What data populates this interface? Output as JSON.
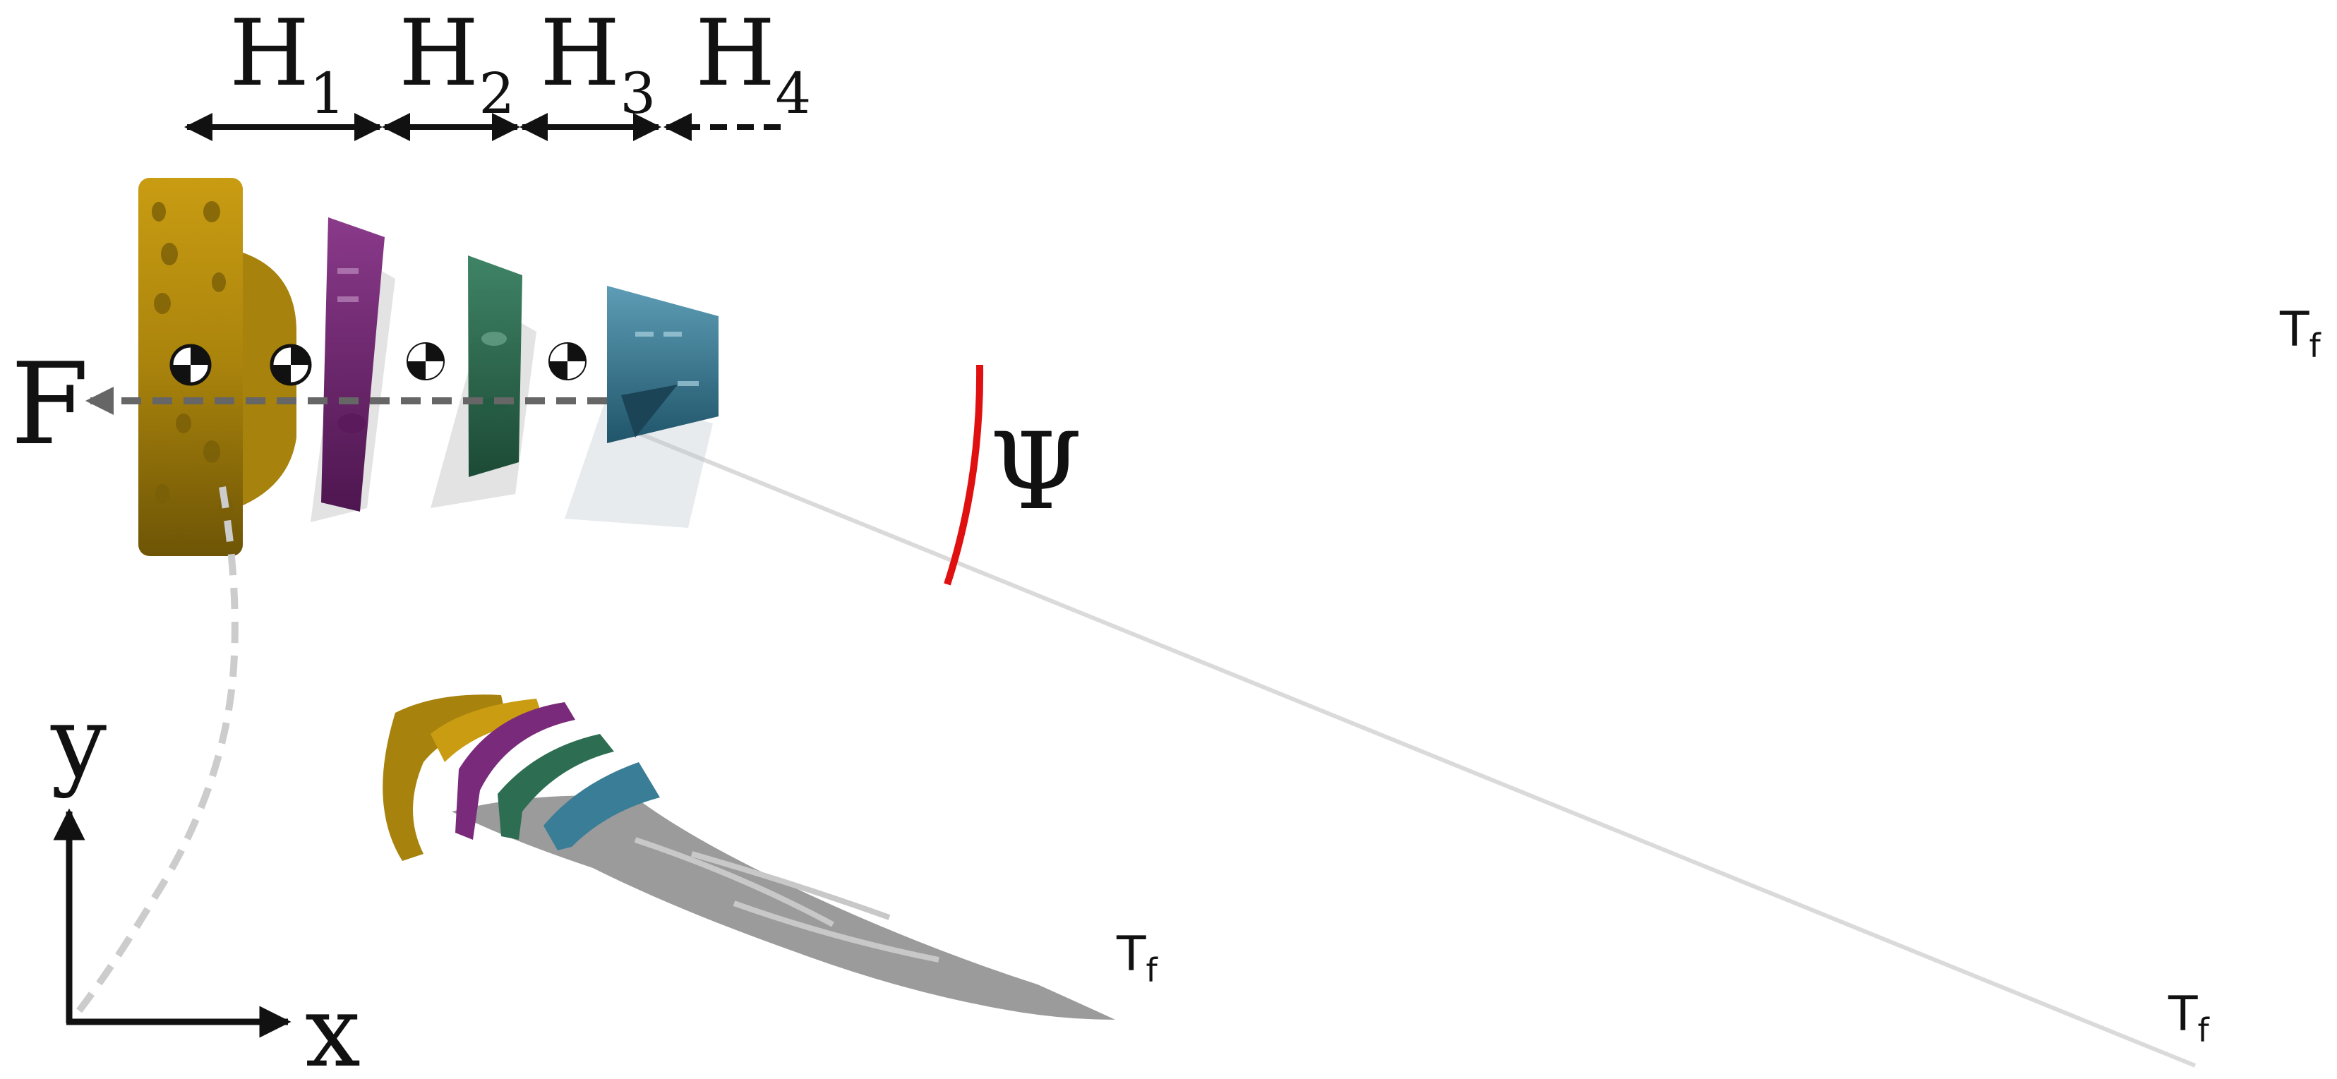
{
  "labels": {
    "h1": "H",
    "h1_sub": "1",
    "h2": "H",
    "h2_sub": "2",
    "h3": "H",
    "h3_sub": "3",
    "h4": "H",
    "h4_sub": "4",
    "force": "F",
    "angle": "Ψ",
    "axis_x": "x",
    "axis_y": "y",
    "tail_top": "T",
    "tail_top_sub": "f",
    "tail_bottom": "T",
    "tail_bottom_sub": "f",
    "tail_3d": "T",
    "tail_3d_sub": "f"
  },
  "colors": {
    "head": "#b8900f",
    "segment_1": "#7a2a7a",
    "segment_2": "#2d6e52",
    "segment_3": "#3a7d96",
    "angle_arc": "#e01010",
    "tail_line": "#9a9a9a",
    "force_arrow": "#666666"
  },
  "icons": [
    "center-of-mass-icon",
    "arrow-icon"
  ]
}
